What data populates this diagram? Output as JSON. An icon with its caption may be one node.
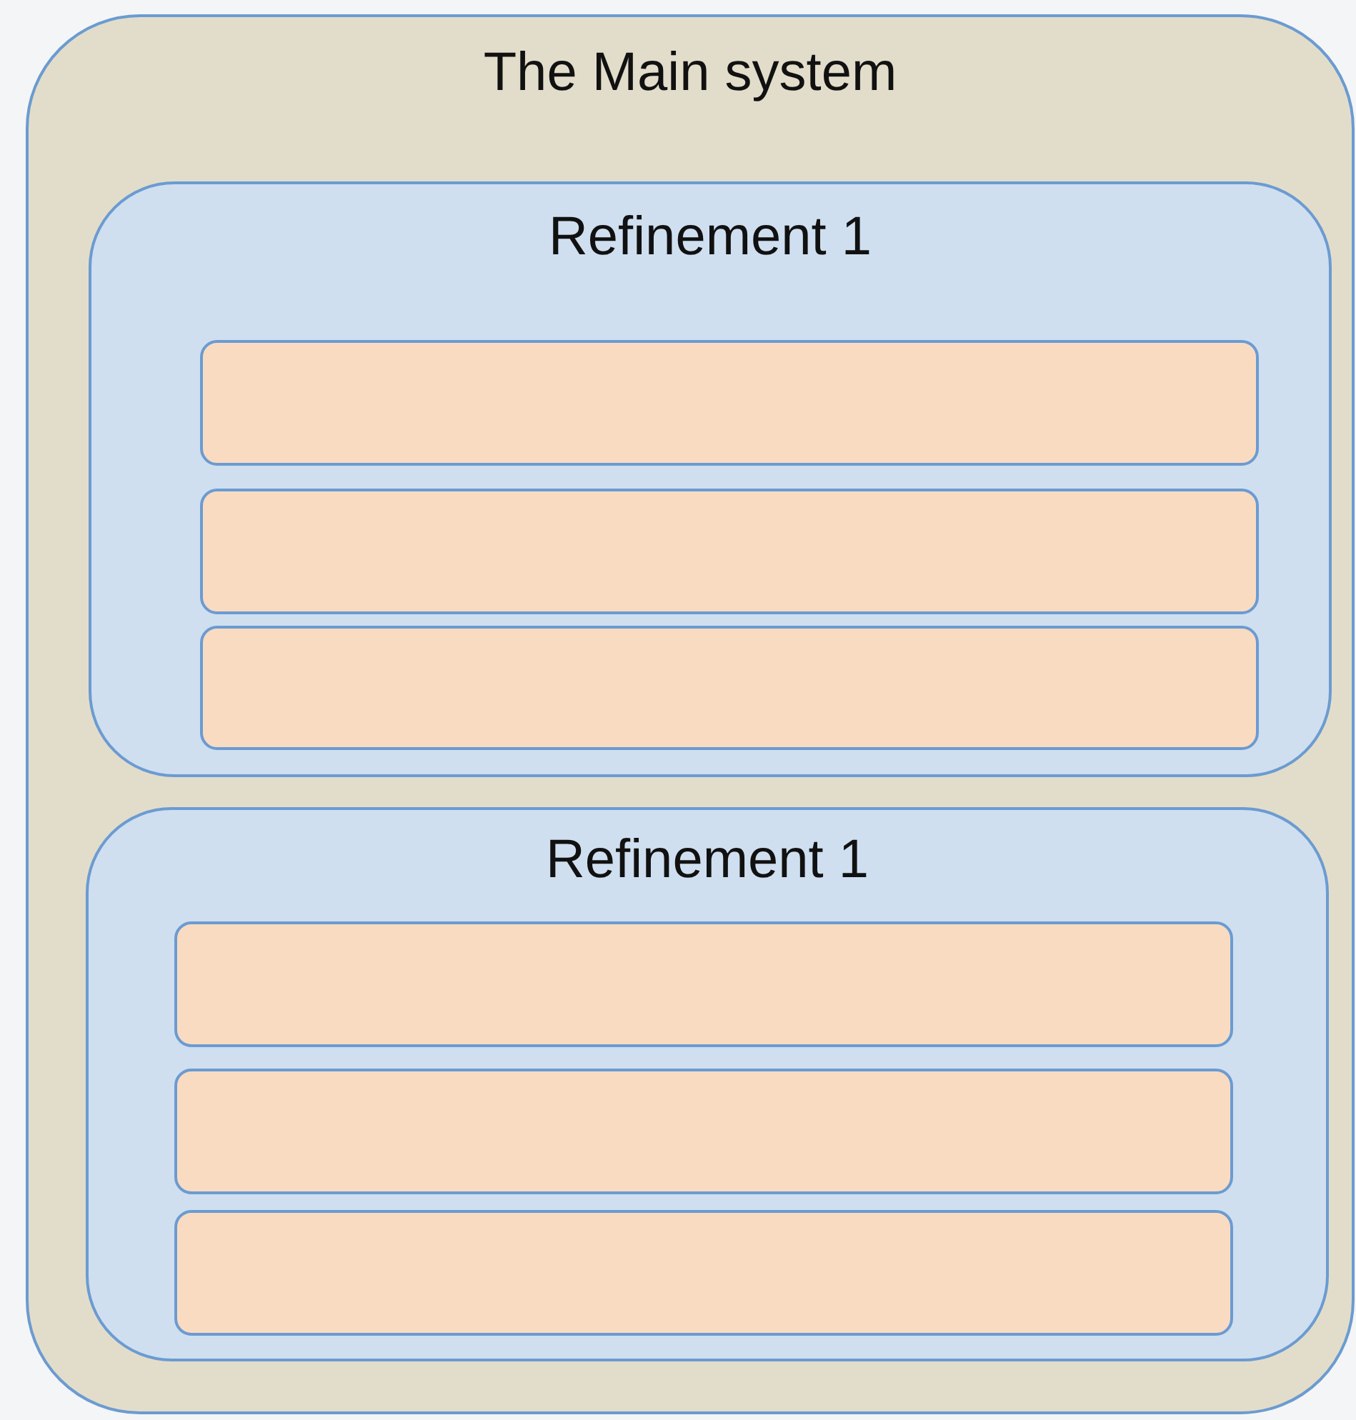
{
  "diagram": {
    "nodes": [
      {
        "text": [
          "The Main system"
        ]
      },
      {
        "text": [
          "Refinement 1"
        ],
        "in": 0
      },
      {
        "text": [],
        "shape": "box",
        "in": 1
      },
      {
        "text": [],
        "shape": "box",
        "in": 1
      },
      {
        "text": [],
        "shape": "box",
        "in": 1
      },
      {
        "text": [
          "Refinement 1"
        ],
        "in": 0
      },
      {
        "text": [],
        "shape": "box",
        "in": 5
      },
      {
        "text": [],
        "shape": "box",
        "in": 5
      },
      {
        "text": [],
        "shape": "box",
        "in": 5
      }
    ]
  }
}
